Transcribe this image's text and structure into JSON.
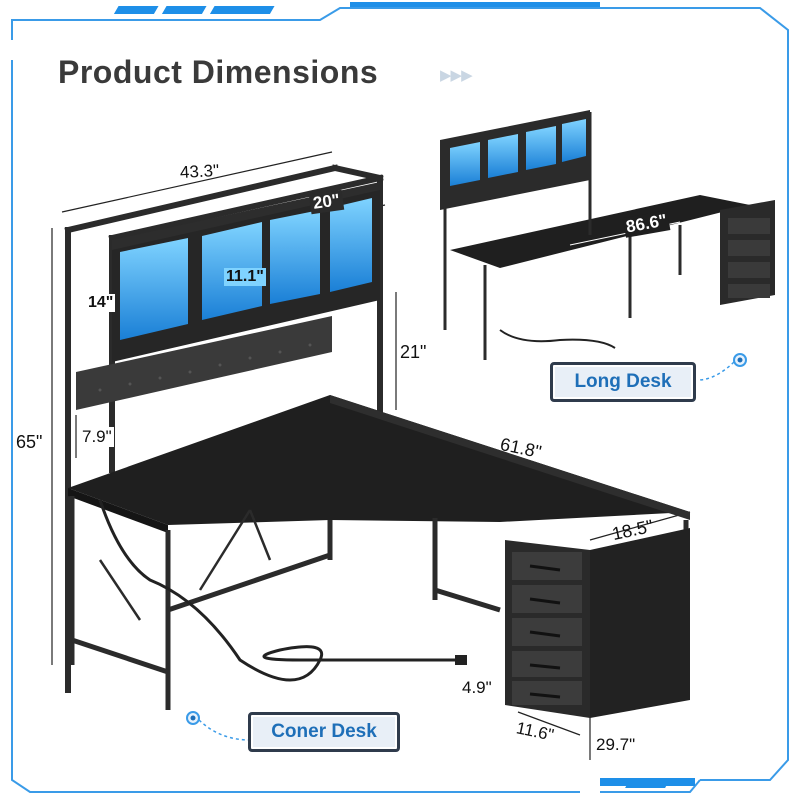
{
  "title": "Product Dimensions",
  "labels": {
    "corner_desk": "Coner Desk",
    "long_desk": "Long Desk"
  },
  "dimensions": {
    "hutch_width": "43.3\"",
    "cubby_width": "20\"",
    "cubby_height_inner": "11.1\"",
    "shelf_height": "14\"",
    "hutch_height": "21\"",
    "total_height": "65\"",
    "pegboard_height": "7.9\"",
    "desk_length": "61.8\"",
    "desk_depth": "18.5\"",
    "drawer_height": "4.9\"",
    "drawer_width": "11.6\"",
    "table_height": "29.7\"",
    "long_desk_length": "86.6\""
  },
  "colors": {
    "frame": "#2b2b2b",
    "desktop": "#1f1f1f",
    "led_blue": "#2aa8ff",
    "accent": "#1e6fb8",
    "border_blue": "#3a9be8"
  }
}
